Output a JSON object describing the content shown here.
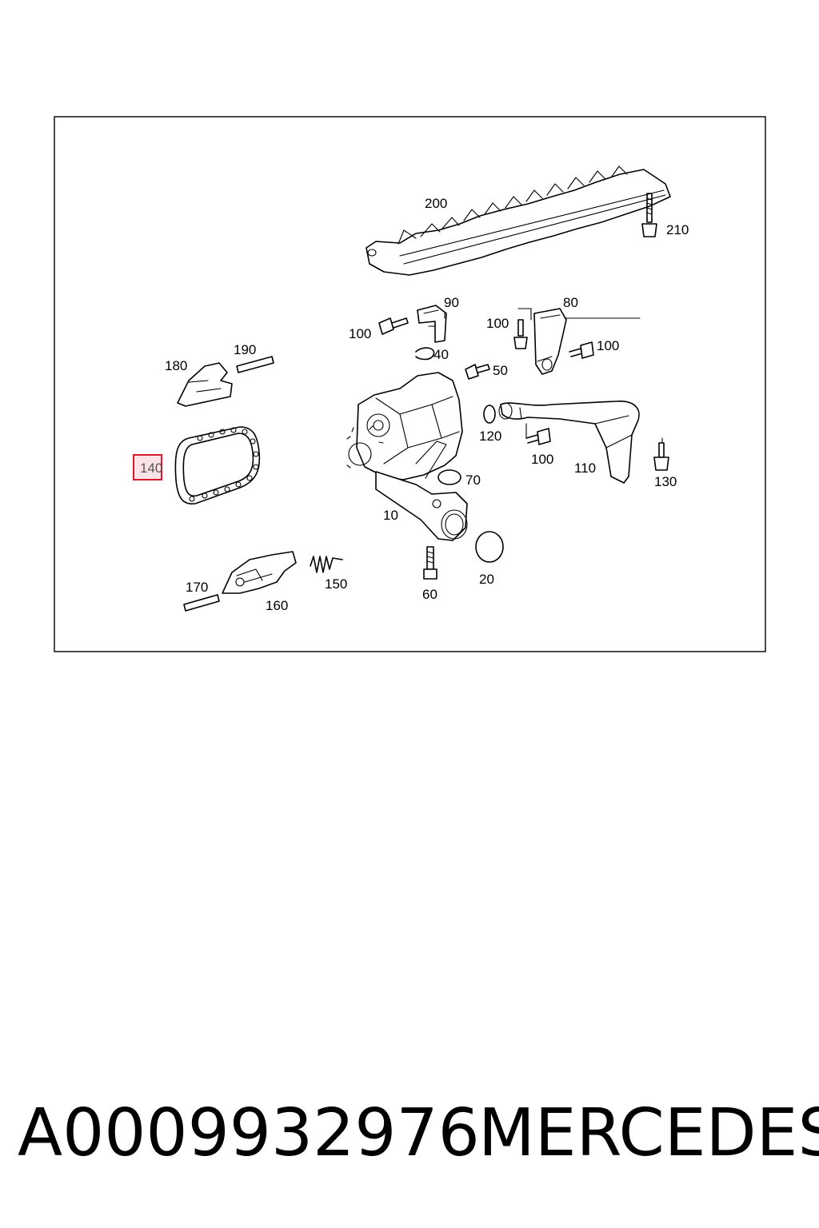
{
  "diagram": {
    "callouts": {
      "c200": "200",
      "c210": "210",
      "c90": "90",
      "c80": "80",
      "c100a": "100",
      "c100b": "100",
      "c100c": "100",
      "c100d": "100",
      "c40": "40",
      "c50": "50",
      "c180": "180",
      "c190": "190",
      "c140": "140",
      "c120": "120",
      "c70": "70",
      "c110": "110",
      "c130": "130",
      "c10": "10",
      "c20": "20",
      "c60": "60",
      "c150": "150",
      "c160": "160",
      "c170": "170"
    },
    "highlighted_part": "140",
    "highlight_color": "#d81b2c"
  },
  "caption": {
    "part_number": "A0009932976",
    "brand": "MERCEDES"
  }
}
